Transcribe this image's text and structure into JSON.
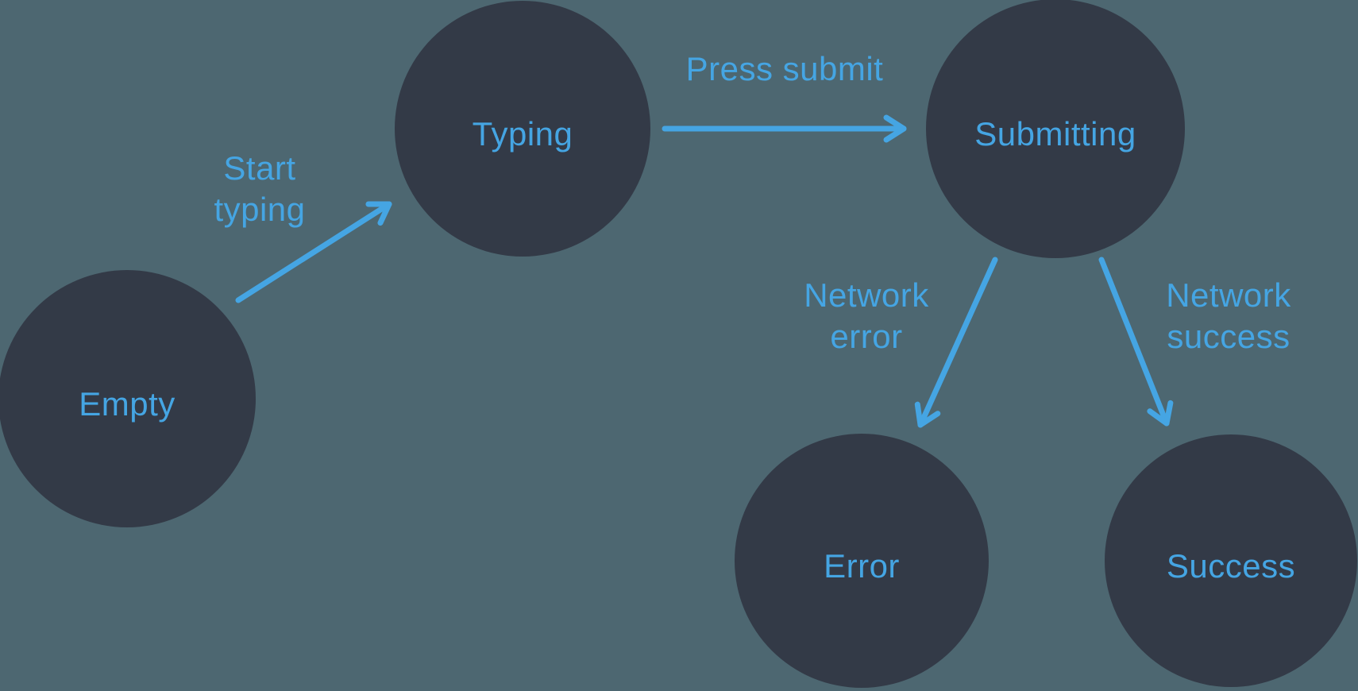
{
  "diagram": {
    "type": "state-machine",
    "nodes": [
      {
        "id": "empty",
        "label": "Empty"
      },
      {
        "id": "typing",
        "label": "Typing"
      },
      {
        "id": "submitting",
        "label": "Submitting"
      },
      {
        "id": "error",
        "label": "Error"
      },
      {
        "id": "success",
        "label": "Success"
      }
    ],
    "edges": [
      {
        "from": "empty",
        "to": "typing",
        "label": "Start typing"
      },
      {
        "from": "typing",
        "to": "submitting",
        "label": "Press submit"
      },
      {
        "from": "submitting",
        "to": "error",
        "label": "Network error"
      },
      {
        "from": "submitting",
        "to": "success",
        "label": "Network success"
      }
    ],
    "colors": {
      "background": "#4D6771",
      "node_fill": "#333A47",
      "accent_blue": "#45A5E3"
    }
  }
}
